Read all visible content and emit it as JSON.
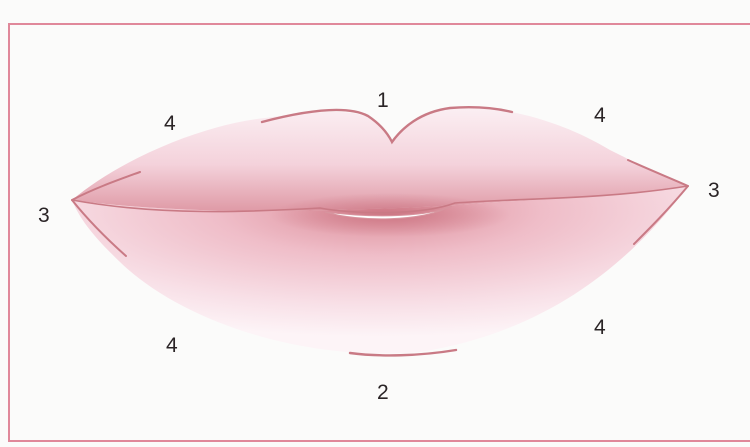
{
  "labels": {
    "top_center": "1",
    "bottom_center": "2",
    "left_corner": "3",
    "right_corner": "3",
    "upper_left": "4",
    "upper_right": "4",
    "lower_left": "4",
    "lower_right": "4"
  },
  "colors": {
    "frame": "#e0889a",
    "background": "#fbfbfa",
    "lip_light": "#fbeef2",
    "lip_mid": "#f0bfcb",
    "lip_shadow": "#d98f9a",
    "outline": "#c97a85",
    "label": "#2a2426"
  }
}
